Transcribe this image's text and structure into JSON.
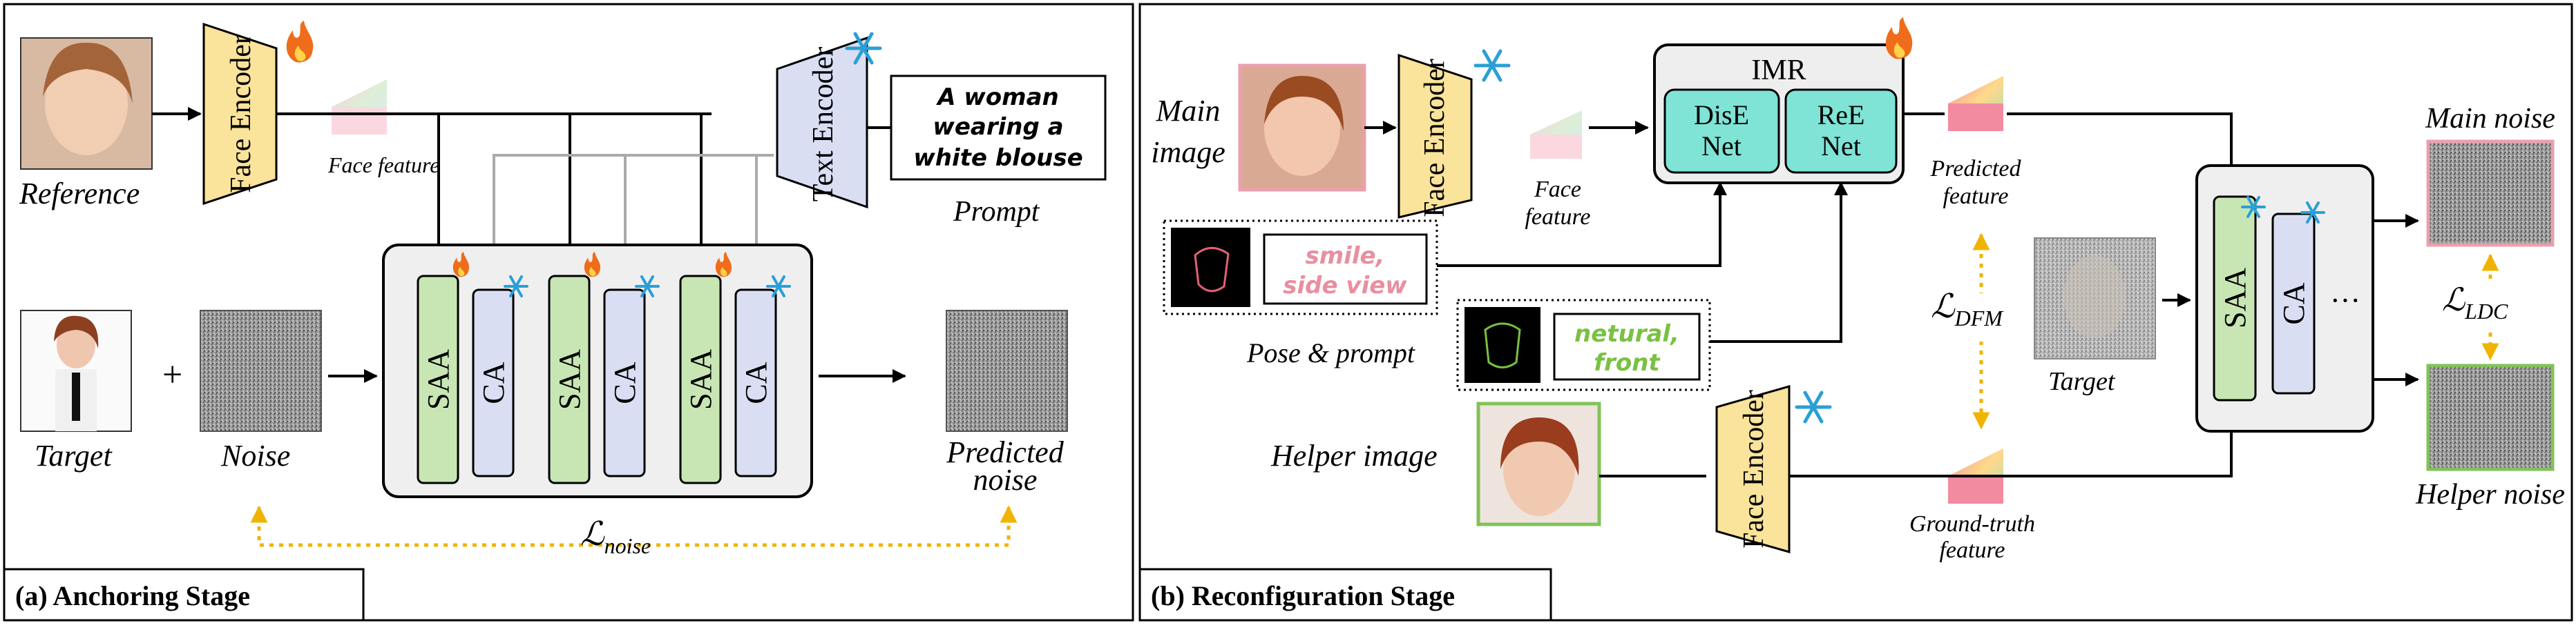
{
  "colors": {
    "encoder_fill": "#fae39a",
    "text_encoder_fill": "#d9def3",
    "saa_fill": "#c8e6b4",
    "ca_fill": "#d9def3",
    "imr_fill": "#eeeeee",
    "imr_net_fill": "#7fe3d6",
    "block_fill": "#efefef",
    "loss_arrow": "#f0b400",
    "prompt_pink": "#e88fa0",
    "prompt_green": "#7ac142",
    "helper_border": "#82c25a",
    "main_border": "#eaa0ae"
  },
  "panel_a": {
    "caption": "(a) Anchoring Stage",
    "reference_label": "Reference",
    "face_encoder_label": "Face Encoder",
    "face_feature_label": "Face feature",
    "text_encoder_label": "Text Encoder",
    "prompt_text": [
      "A woman",
      "wearing a",
      "white blouse"
    ],
    "prompt_label": "Prompt",
    "target_label": "Target",
    "plus": "+",
    "noise_label": "Noise",
    "blocks": [
      "SAA",
      "CA",
      "SAA",
      "CA",
      "SAA",
      "CA"
    ],
    "predicted_noise_label": [
      "Predicted",
      "noise"
    ],
    "loss_label": "ℒ",
    "loss_sub": "noise"
  },
  "panel_b": {
    "caption": "(b) Reconfiguration Stage",
    "main_image_label": [
      "Main",
      "image"
    ],
    "face_encoder_label": "Face Encoder",
    "face_feature_label": [
      "Face",
      "feature"
    ],
    "imr_label": "IMR",
    "dise_label": [
      "DisE",
      "Net"
    ],
    "ree_label": [
      "ReE",
      "Net"
    ],
    "predicted_feature_label": [
      "Predicted",
      "feature"
    ],
    "prompt1": [
      "smile,",
      "side view"
    ],
    "prompt2": [
      "netural,",
      "front"
    ],
    "pose_prompt_label": "Pose & prompt",
    "dfm_label": "ℒ",
    "dfm_sub": "DFM",
    "target_label": "Target",
    "helper_image_label": "Helper image",
    "gt_feature_label": [
      "Ground-truth",
      "feature"
    ],
    "blocks": [
      "SAA",
      "CA"
    ],
    "ellipsis": "···",
    "main_noise_label": "Main noise",
    "helper_noise_label": "Helper noise",
    "ldc_label": "ℒ",
    "ldc_sub": "LDC"
  }
}
